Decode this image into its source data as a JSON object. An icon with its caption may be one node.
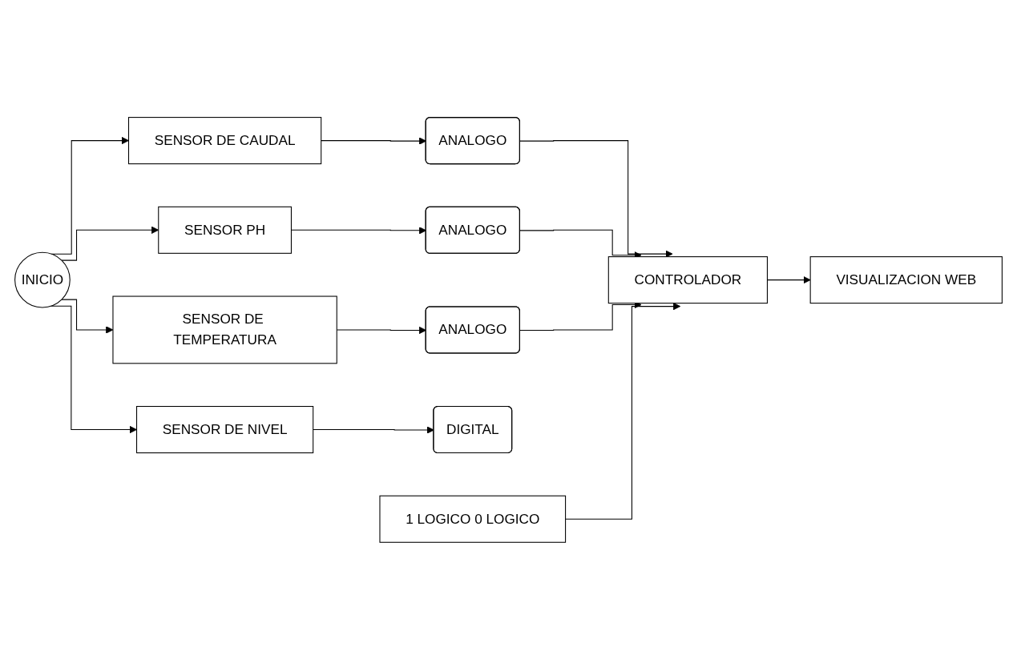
{
  "diagram": {
    "nodes": [
      {
        "text": [
          "INICIO"
        ]
      },
      {
        "text": [
          "SENSOR DE CAUDAL"
        ]
      },
      {
        "text": [
          "ANALOGO"
        ]
      },
      {
        "text": [
          "SENSOR PH"
        ]
      },
      {
        "text": [
          "ANALOGO"
        ]
      },
      {
        "text": [
          "SENSOR DE TEMPERATURA"
        ]
      },
      {
        "text": [
          "ANALOGO"
        ]
      },
      {
        "text": [
          "SENSOR DE NIVEL"
        ]
      },
      {
        "text": [
          "DIGITAL"
        ]
      },
      {
        "text": [
          "1 LOGICO 0 LOGICO"
        ]
      },
      {
        "text": [
          "CONTROLADOR"
        ]
      },
      {
        "text": [
          "VISUALIZACION WEB"
        ]
      }
    ],
    "edges": [
      {
        "from": 0,
        "to": 1,
        "arrow": "to"
      },
      {
        "from": 0,
        "to": 3,
        "arrow": "to"
      },
      {
        "from": 0,
        "to": 5,
        "arrow": "to"
      },
      {
        "from": 0,
        "to": 7,
        "arrow": "to"
      },
      {
        "from": 1,
        "to": 2,
        "arrow": "to"
      },
      {
        "from": 3,
        "to": 4,
        "arrow": "to"
      },
      {
        "from": 5,
        "to": 6,
        "arrow": "to"
      },
      {
        "from": 7,
        "to": 8,
        "arrow": "to"
      },
      {
        "from": 2,
        "to": 10,
        "arrow": "to"
      },
      {
        "from": 4,
        "to": 10,
        "arrow": "to"
      },
      {
        "from": 6,
        "to": 10,
        "arrow": "to"
      },
      {
        "from": 9,
        "to": 10,
        "arrow": "to"
      },
      {
        "from": 10,
        "to": 11,
        "arrow": "to"
      }
    ]
  }
}
